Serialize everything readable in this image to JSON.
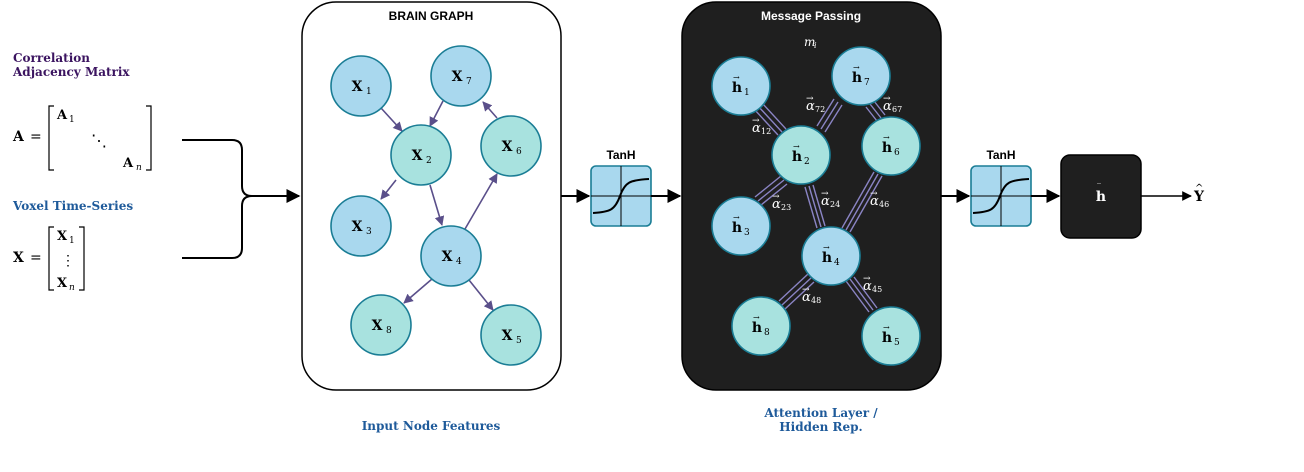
{
  "left_panel": {
    "adjacency_title_line1": "Correlation",
    "adjacency_title_line2": "Adjacency Matrix",
    "adjacency_lhs": "A",
    "adjacency_first": "A",
    "adjacency_first_sub": "1",
    "adjacency_dots": "⋱",
    "adjacency_last": "A",
    "adjacency_last_sub": "n",
    "timeseries_title": "Voxel Time-Series",
    "timeseries_lhs": "X",
    "timeseries_first": "X",
    "timeseries_first_sub": "1",
    "timeseries_dots": "⋮",
    "timeseries_last": "X",
    "timeseries_last_sub": "n",
    "equals": "="
  },
  "brain_graph": {
    "title": "BRAIN GRAPH",
    "caption": "Input Node Features",
    "nodes": [
      {
        "id": "1",
        "label": "X",
        "sub": "1"
      },
      {
        "id": "7",
        "label": "X",
        "sub": "7"
      },
      {
        "id": "2",
        "label": "X",
        "sub": "2"
      },
      {
        "id": "6",
        "label": "X",
        "sub": "6"
      },
      {
        "id": "3",
        "label": "X",
        "sub": "3"
      },
      {
        "id": "4",
        "label": "X",
        "sub": "4"
      },
      {
        "id": "8",
        "label": "X",
        "sub": "8"
      },
      {
        "id": "5",
        "label": "X",
        "sub": "5"
      }
    ]
  },
  "tanh_1": {
    "label": "TanH"
  },
  "message_passing": {
    "title": "Message Passing",
    "message_label": "m",
    "message_sub": "i",
    "caption_line1": "Attention Layer /",
    "caption_line2": "Hidden Rep.",
    "nodes": [
      {
        "id": "1",
        "label": "h",
        "sub": "1"
      },
      {
        "id": "7",
        "label": "h",
        "sub": "7"
      },
      {
        "id": "2",
        "label": "h",
        "sub": "2"
      },
      {
        "id": "6",
        "label": "h",
        "sub": "6"
      },
      {
        "id": "3",
        "label": "h",
        "sub": "3"
      },
      {
        "id": "4",
        "label": "h",
        "sub": "4"
      },
      {
        "id": "8",
        "label": "h",
        "sub": "8"
      },
      {
        "id": "5",
        "label": "h",
        "sub": "5"
      }
    ],
    "edges": [
      {
        "id": "12",
        "label": "α",
        "sub": "12"
      },
      {
        "id": "72",
        "label": "α",
        "sub": "72"
      },
      {
        "id": "67",
        "label": "α",
        "sub": "67"
      },
      {
        "id": "23",
        "label": "α",
        "sub": "23"
      },
      {
        "id": "24",
        "label": "α",
        "sub": "24"
      },
      {
        "id": "46",
        "label": "α",
        "sub": "46"
      },
      {
        "id": "48",
        "label": "α",
        "sub": "48"
      },
      {
        "id": "45",
        "label": "α",
        "sub": "45"
      }
    ]
  },
  "tanh_2": {
    "label": "TanH"
  },
  "pooled": {
    "label": "h"
  },
  "output": {
    "label": "Y"
  },
  "colors": {
    "purple_title": "#3b1460",
    "blue_title": "#1e5a9a",
    "node_blue": "#a9d8ee",
    "node_teal": "#a8e2df",
    "node_stroke": "#1a7d95",
    "edge_purple": "#5a4f8a",
    "dark_panel": "#1f1f1f"
  },
  "icons": [
    "sigmoid-icon",
    "arrow-icon",
    "curly-brace-icon"
  ]
}
